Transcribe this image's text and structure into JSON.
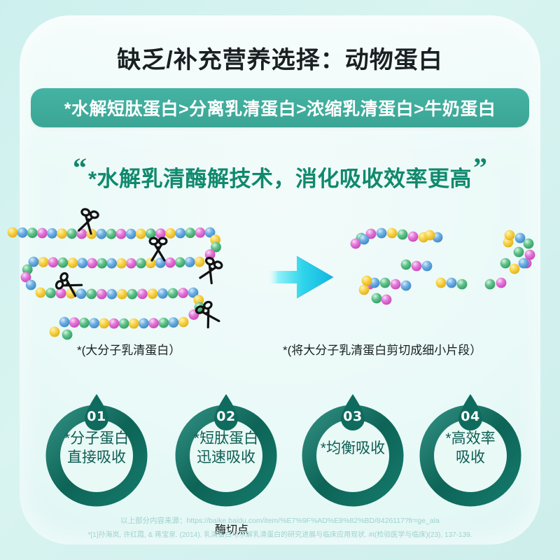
{
  "poster": {
    "title": "缺乏/补充营养选择：动物蛋白",
    "banner": "*水解短肽蛋白>分离乳清蛋白>浓缩乳清蛋白>牛奶蛋白",
    "quote": {
      "open_mark": "“",
      "text": "*水解乳清酶解技术，消化吸收效率更高",
      "close_mark": "”"
    },
    "diagram": {
      "cut_point_label": "酶切点",
      "caption_left": "*(大分子乳清蛋白）",
      "caption_right": "*(将大分子乳清蛋白剪切成细小片段）",
      "arrow_icon": "right-arrow-icon",
      "scissors_icon": "scissors-icon",
      "bead_colors": {
        "yellow": "#f6cf3f",
        "blue": "#62a9e0",
        "green": "#5cc08a",
        "magenta": "#e06fd6"
      }
    },
    "badges": [
      {
        "num": "01",
        "label": "*分子蛋白\n直接吸收",
        "line1": "*分子蛋白",
        "line2": "直接吸收"
      },
      {
        "num": "02",
        "label": "*短肽蛋白\n迅速吸收",
        "line1": "*短肽蛋白",
        "line2": "迅速吸收"
      },
      {
        "num": "03",
        "label": "*均衡吸收",
        "line1": "*均衡吸收",
        "line2": ""
      },
      {
        "num": "04",
        "label": "*高效率\n吸收",
        "line1": "*高效率",
        "line2": "吸收"
      }
    ],
    "footer": {
      "line1": "以上部分内容来源：https://baike.baidu.com/item/%E7%9F%AD%E8%82%BD/8426117?fr=ge_ala",
      "line2": "*[1]孙海岚, 许红霞, & 蒋宝泉. (2014). 乳清蛋白与水解乳清蛋白的研究进展与临床应用现状. #I(检验医学与临床)(23), 137-139."
    },
    "colors": {
      "background": "#d4f1ee",
      "banner_teal": "#3ba595",
      "quote_green": "#10896d",
      "badge_ring": "#0f6b5e",
      "arrow_cyan": "#1ed2e8",
      "footer_text": "#9fd2cd"
    }
  }
}
